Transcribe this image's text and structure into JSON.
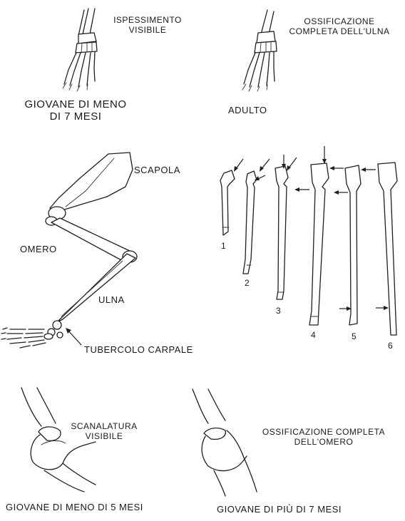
{
  "top_left": {
    "note_line1": "ISPESSIMENTO",
    "note_line2": "VISIBILE",
    "caption_line1": "GIOVANE DI MENO",
    "caption_line2": "DI 7 MESI"
  },
  "top_right": {
    "note_line1": "OSSIFICAZIONE",
    "note_line2": "COMPLETA DELL'ULNA",
    "caption": "ADULTO"
  },
  "limb": {
    "scapola": "SCAPOLA",
    "omero": "OMERO",
    "ulna": "ULNA",
    "tubercolo": "TUBERCOLO CARPALE"
  },
  "stages": [
    "1",
    "2",
    "3",
    "4",
    "5",
    "6"
  ],
  "bottom_left": {
    "note_line1": "SCANALATURA",
    "note_line2": "VISIBILE",
    "caption": "GIOVANE DI MENO DI 5 MESI"
  },
  "bottom_right": {
    "note_line1": "OSSIFICAZIONE COMPLETA",
    "note_line2": "DELL'OMERO",
    "caption": "GIOVANE DI PIÙ DI 7 MESI"
  }
}
